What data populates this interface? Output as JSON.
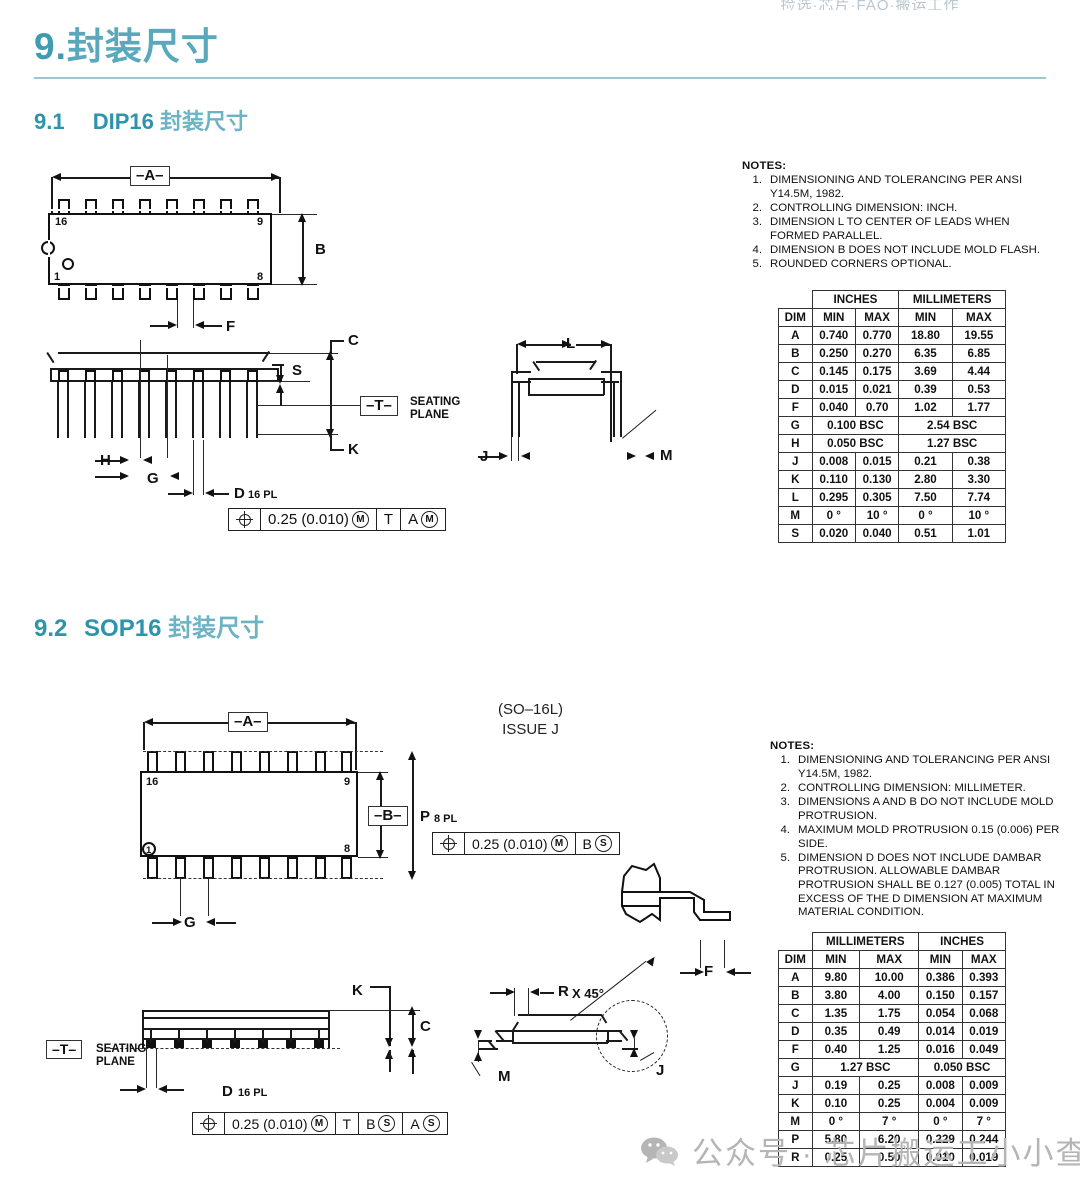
{
  "document": {
    "top_partial_header": "捡选·芯片·FAQ·搬运工作",
    "chapter_number": "9.",
    "chapter_title": "封装尺寸",
    "watermark": "公众号 · 芯片搬运工小小查"
  },
  "section_dip": {
    "number": "9.1",
    "code": "DIP16",
    "title_cn": "封装尺寸",
    "drawing": {
      "dim_a": "–A–",
      "dim_b": "B",
      "dim_c": "C",
      "dim_d": "D",
      "dim_d_places": "16 PL",
      "dim_f": "F",
      "dim_g": "G",
      "dim_h": "H",
      "dim_j": "J",
      "dim_k": "K",
      "dim_l": "L",
      "dim_m": "M",
      "dim_s": "S",
      "datum_t": "–T–",
      "seating_plane": "SEATING\nPLANE",
      "pin_16": "16",
      "pin_9": "9",
      "pin_1": "1",
      "pin_8": "8"
    },
    "feature_control": {
      "symbol": "position-symbol",
      "tolerance": "0.25 (0.010)",
      "tol_modifier": "M",
      "datum_1": "T",
      "datum_2": "A",
      "datum_2_modifier": "M"
    },
    "notes": {
      "title": "NOTES:",
      "items": [
        "DIMENSIONING AND TOLERANCING PER ANSI Y14.5M, 1982.",
        "CONTROLLING DIMENSION: INCH.",
        "DIMENSION L TO CENTER OF LEADS WHEN FORMED PARALLEL.",
        "DIMENSION B DOES NOT INCLUDE MOLD FLASH.",
        "ROUNDED CORNERS OPTIONAL."
      ]
    },
    "table": {
      "unit_groups": [
        "INCHES",
        "MILLIMETERS"
      ],
      "columns": [
        "DIM",
        "MIN",
        "MAX",
        "MIN",
        "MAX"
      ],
      "rows": [
        {
          "dim": "A",
          "cells": [
            "0.740",
            "0.770",
            "18.80",
            "19.55"
          ]
        },
        {
          "dim": "B",
          "cells": [
            "0.250",
            "0.270",
            "6.35",
            "6.85"
          ]
        },
        {
          "dim": "C",
          "cells": [
            "0.145",
            "0.175",
            "3.69",
            "4.44"
          ]
        },
        {
          "dim": "D",
          "cells": [
            "0.015",
            "0.021",
            "0.39",
            "0.53"
          ]
        },
        {
          "dim": "F",
          "cells": [
            "0.040",
            "0.70",
            "1.02",
            "1.77"
          ]
        },
        {
          "dim": "G",
          "span": true,
          "cells": [
            "0.100 BSC",
            "2.54 BSC"
          ]
        },
        {
          "dim": "H",
          "span": true,
          "cells": [
            "0.050 BSC",
            "1.27 BSC"
          ]
        },
        {
          "dim": "J",
          "cells": [
            "0.008",
            "0.015",
            "0.21",
            "0.38"
          ]
        },
        {
          "dim": "K",
          "cells": [
            "0.110",
            "0.130",
            "2.80",
            "3.30"
          ]
        },
        {
          "dim": "L",
          "cells": [
            "0.295",
            "0.305",
            "7.50",
            "7.74"
          ]
        },
        {
          "dim": "M",
          "cells": [
            "0 °",
            "10 °",
            "0 °",
            "10 °"
          ]
        },
        {
          "dim": "S",
          "cells": [
            "0.020",
            "0.040",
            "0.51",
            "1.01"
          ]
        }
      ]
    }
  },
  "section_sop": {
    "number": "9.2",
    "code": "SOP16",
    "title_cn": "封装尺寸",
    "package_code": "(SO–16L)",
    "issue": "ISSUE J",
    "drawing": {
      "dim_a": "–A–",
      "dim_b": "–B–",
      "dim_c": "C",
      "dim_d": "D",
      "dim_d_places": "16 PL",
      "dim_f": "F",
      "dim_g": "G",
      "dim_j": "J",
      "dim_k": "K",
      "dim_m": "M",
      "dim_p": "P",
      "dim_p_places": "8 PL",
      "dim_r": "R",
      "dim_r_angle": "X 45°",
      "datum_t": "–T–",
      "seating_plane": "SEATING\nPLANE",
      "pin_16": "16",
      "pin_9": "9",
      "pin_1": "1",
      "pin_8": "8"
    },
    "feature_control_top": {
      "tolerance": "0.25 (0.010)",
      "tol_modifier": "M",
      "datum_1": "B",
      "datum_1_modifier": "S"
    },
    "feature_control_bottom": {
      "tolerance": "0.25 (0.010)",
      "tol_modifier": "M",
      "datum_1": "T",
      "datum_2": "B",
      "datum_2_modifier": "S",
      "datum_3": "A",
      "datum_3_modifier": "S"
    },
    "notes": {
      "title": "NOTES:",
      "items": [
        "DIMENSIONING AND TOLERANCING PER ANSI Y14.5M, 1982.",
        "CONTROLLING DIMENSION: MILLIMETER.",
        "DIMENSIONS A AND B DO NOT INCLUDE MOLD PROTRUSION.",
        "MAXIMUM MOLD PROTRUSION 0.15 (0.006) PER SIDE.",
        "DIMENSION D DOES NOT INCLUDE DAMBAR PROTRUSION.  ALLOWABLE DAMBAR PROTRUSION SHALL BE 0.127 (0.005) TOTAL IN EXCESS OF THE D DIMENSION AT MAXIMUM MATERIAL CONDITION."
      ]
    },
    "table": {
      "unit_groups": [
        "MILLIMETERS",
        "INCHES"
      ],
      "columns": [
        "DIM",
        "MIN",
        "MAX",
        "MIN",
        "MAX"
      ],
      "rows": [
        {
          "dim": "A",
          "cells": [
            "9.80",
            "10.00",
            "0.386",
            "0.393"
          ]
        },
        {
          "dim": "B",
          "cells": [
            "3.80",
            "4.00",
            "0.150",
            "0.157"
          ]
        },
        {
          "dim": "C",
          "cells": [
            "1.35",
            "1.75",
            "0.054",
            "0.068"
          ]
        },
        {
          "dim": "D",
          "cells": [
            "0.35",
            "0.49",
            "0.014",
            "0.019"
          ]
        },
        {
          "dim": "F",
          "cells": [
            "0.40",
            "1.25",
            "0.016",
            "0.049"
          ]
        },
        {
          "dim": "G",
          "span": true,
          "cells": [
            "1.27 BSC",
            "0.050 BSC"
          ]
        },
        {
          "dim": "J",
          "cells": [
            "0.19",
            "0.25",
            "0.008",
            "0.009"
          ]
        },
        {
          "dim": "K",
          "cells": [
            "0.10",
            "0.25",
            "0.004",
            "0.009"
          ]
        },
        {
          "dim": "M",
          "cells": [
            "0 °",
            "7 °",
            "0 °",
            "7 °"
          ]
        },
        {
          "dim": "P",
          "cells": [
            "5.80",
            "6.20",
            "0.229",
            "0.244"
          ]
        },
        {
          "dim": "R",
          "cells": [
            "0.25",
            "0.50",
            "0.010",
            "0.019"
          ]
        }
      ]
    }
  },
  "colors": {
    "heading": "#3d9cb0",
    "subheading": "#2e94ab",
    "rule": "#9ec6d2",
    "ink": "#111111",
    "watermark": "#b5b5b5"
  }
}
